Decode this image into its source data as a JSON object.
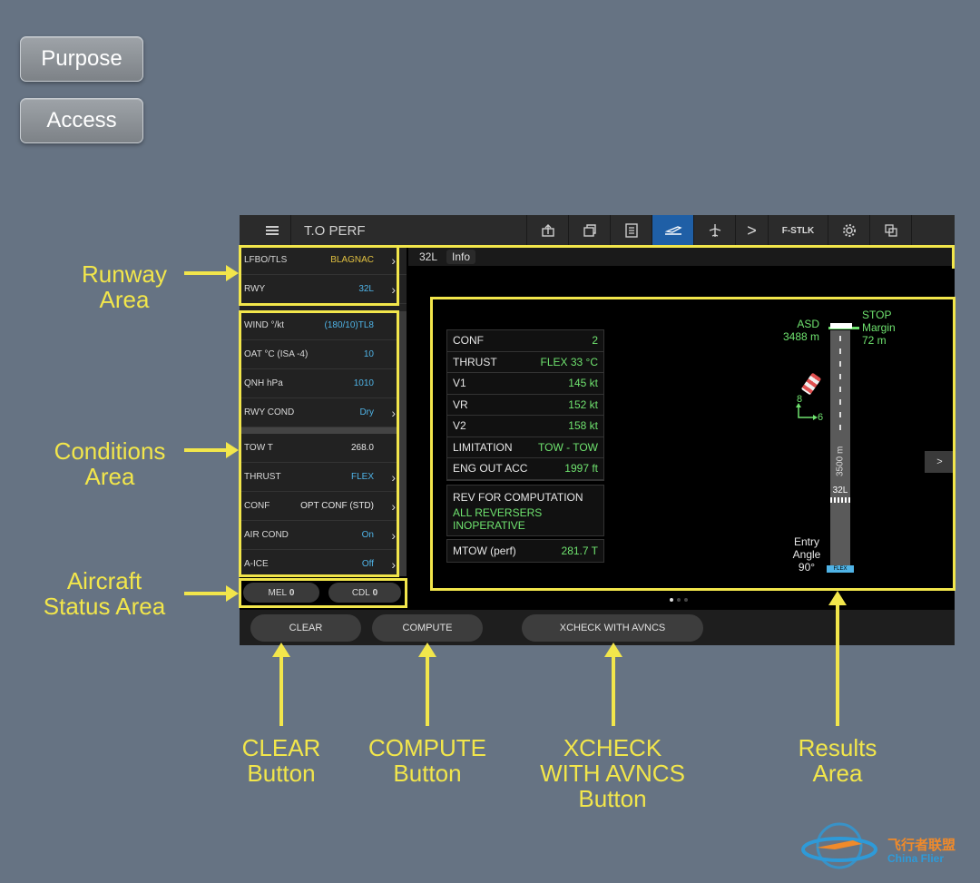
{
  "side_buttons": {
    "purpose": "Purpose",
    "access": "Access"
  },
  "annotations": {
    "runway": [
      "Runway",
      "Area"
    ],
    "conditions": [
      "Conditions",
      "Area"
    ],
    "aircraft": [
      "Aircraft",
      "Status Area"
    ],
    "clear": [
      "CLEAR",
      "Button"
    ],
    "compute": [
      "COMPUTE",
      "Button"
    ],
    "xcheck": [
      "XCHECK",
      "WITH AVNCS",
      "Button"
    ],
    "results": [
      "Results",
      "Area"
    ]
  },
  "app": {
    "title": "T.O PERF",
    "registration": "F-STLK",
    "next_chevron": ">"
  },
  "runway": {
    "airport_label": "LFBO/TLS",
    "airport_value": "BLAGNAC",
    "rwy_label": "RWY",
    "rwy_value": "32L"
  },
  "conditions": {
    "wind_label": "WIND °/kt",
    "wind_value": "(180/10)TL8",
    "oat_label": "OAT °C (ISA -4)",
    "oat_value": "10",
    "qnh_label": "QNH hPa",
    "qnh_value": "1010",
    "rwycond_label": "RWY COND",
    "rwycond_value": "Dry",
    "tow_label": "TOW T",
    "tow_value": "268.0",
    "thrust_label": "THRUST",
    "thrust_value": "FLEX",
    "conf_label": "CONF",
    "conf_value": "OPT CONF (STD)",
    "aircond_label": "AIR COND",
    "aircond_value": "On",
    "aice_label": "A-ICE",
    "aice_value": "Off"
  },
  "status": {
    "mel_label": "MEL",
    "mel_value": "0",
    "cdl_label": "CDL",
    "cdl_value": "0"
  },
  "tabs": {
    "rwy": "32L",
    "info": "Info"
  },
  "results": {
    "rows": [
      {
        "label": "CONF",
        "value": "2"
      },
      {
        "label": "THRUST",
        "value": "FLEX 33 °C"
      },
      {
        "label": "V1",
        "value": "145 kt"
      },
      {
        "label": "VR",
        "value": "152 kt"
      },
      {
        "label": "V2",
        "value": "158 kt"
      },
      {
        "label": "LIMITATION",
        "value": "TOW - TOW"
      },
      {
        "label": "ENG OUT ACC",
        "value": "1997 ft"
      }
    ],
    "rev_title": "REV FOR COMPUTATION",
    "rev_line1": "ALL REVERSERS",
    "rev_line2": "INOPERATIVE",
    "mtow_label": "MTOW (perf)",
    "mtow_value": "281.7 T",
    "asd_label": "ASD",
    "asd_value": "3488 m",
    "stop_label": "STOP",
    "margin_label": "Margin",
    "margin_value": "72 m",
    "runway_length": "3500 m",
    "runway_id": "32L",
    "wind_head": "8",
    "wind_cross": "6",
    "entry_angle_line1": "Entry",
    "entry_angle_line2": "Angle",
    "entry_angle_value": "90°",
    "flex_tag": "FLEX",
    "side_chevron": ">"
  },
  "buttons": {
    "clear": "CLEAR",
    "compute": "COMPUTE",
    "xcheck": "XCHECK WITH AVNCS"
  },
  "watermark": {
    "cn": "飞行者联盟",
    "en": "China Flier"
  },
  "colors": {
    "annotation": "#f2e64b",
    "value_blue": "#4fb3e6",
    "value_green": "#6fe36f",
    "active_tab": "#1f5fa6"
  }
}
